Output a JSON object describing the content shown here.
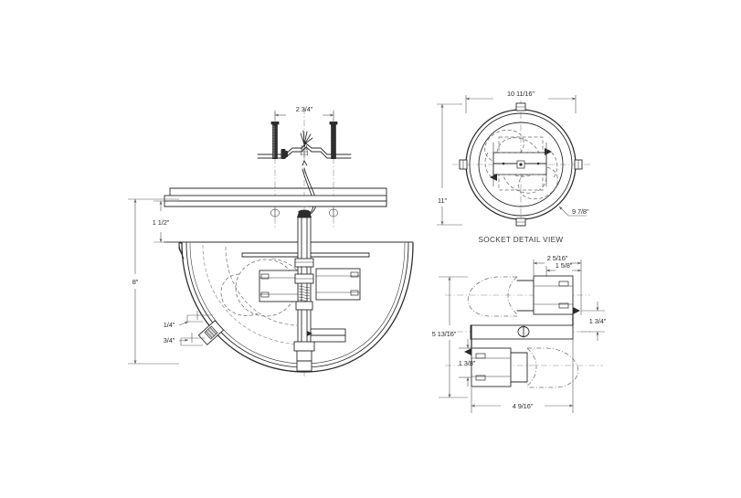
{
  "drawing": {
    "background_color": "#ffffff",
    "line_color": "#2b2b2b",
    "hidden_line_color": "#7a7a7a",
    "center_line_color": "#8d8d8d",
    "units": "inches"
  },
  "views": {
    "main": {
      "name": "front-section-view",
      "label": ""
    },
    "socket_detail": {
      "name": "socket-detail-view",
      "label": "SOCKET DETAIL VIEW"
    },
    "lamp_detail": {
      "name": "lamp-socket-plan-view",
      "label": ""
    }
  },
  "dimensions": {
    "stud_spacing": "2 3/4\"",
    "canopy_drop": "1 1/2\"",
    "overall_height": "8\"",
    "glass_thickness": "1/4\"",
    "glass_lip": "3/4\"",
    "outer_diameter": "10 11/16\"",
    "overall_width": "11\"",
    "inner_diameter": "9 7/8\"",
    "socket_offset_a": "2 5/16\"",
    "socket_offset_b": "1 5/8\"",
    "socket_height_upper": "1 3/4\"",
    "socket_span_vertical": "5 13/16\"",
    "socket_height_lower": "1 3/8\"",
    "socket_span_horizontal": "4 9/16\""
  }
}
